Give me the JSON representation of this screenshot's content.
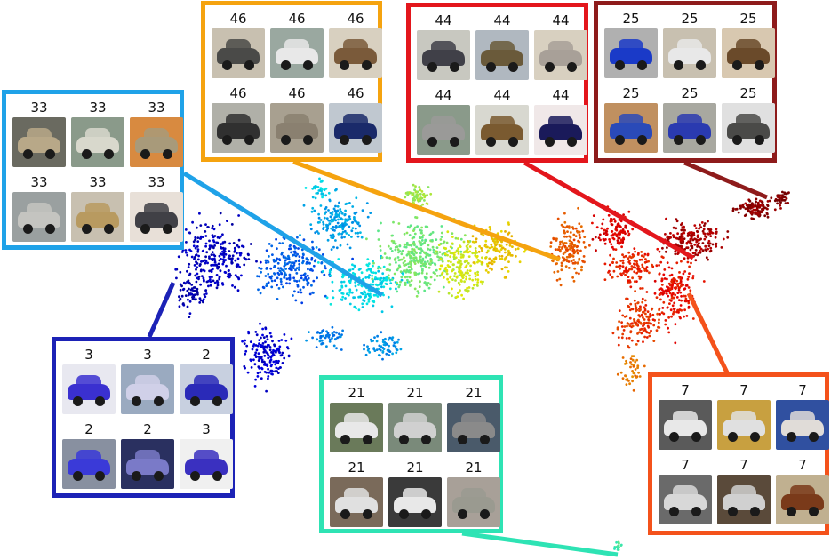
{
  "figure": {
    "clusters": [
      {
        "id": "33",
        "color": "#1fa2e8",
        "labels": [
          "33",
          "33",
          "33",
          "33",
          "33",
          "33"
        ],
        "thumb_colors": [
          "#b8a888",
          "#d8d8cc",
          "#a89a7a",
          "#c4c4c0",
          "#b89a60",
          "#404046"
        ],
        "bg_colors": [
          "#6a6a60",
          "#8a9a8a",
          "#d88a40",
          "#9aa0a0",
          "#c8c0b0",
          "#e8e0d8"
        ]
      },
      {
        "id": "46",
        "color": "#f5a30f",
        "labels": [
          "46",
          "46",
          "46",
          "46",
          "46",
          "46"
        ],
        "thumb_colors": [
          "#4a4a48",
          "#e8e8e8",
          "#7a5a3a",
          "#303030",
          "#8a8070",
          "#1a2a6a"
        ],
        "bg_colors": [
          "#c8c0b0",
          "#9aa8a0",
          "#d8d0c0",
          "#b0b0a8",
          "#a8a090",
          "#c0c8d0"
        ]
      },
      {
        "id": "44",
        "color": "#e3161c",
        "labels": [
          "44",
          "44",
          "44",
          "44",
          "44",
          "44"
        ],
        "thumb_colors": [
          "#404048",
          "#6a5a3a",
          "#a8a098",
          "#9a9a98",
          "#7a5a30",
          "#1a1a5a"
        ],
        "bg_colors": [
          "#c8c8c0",
          "#b0b8c0",
          "#d8d0c0",
          "#8a9a8a",
          "#d8d8d0",
          "#f0e8e8"
        ]
      },
      {
        "id": "25",
        "color": "#8e1b1b",
        "labels": [
          "25",
          "25",
          "25",
          "25",
          "25",
          "25"
        ],
        "thumb_colors": [
          "#1a3ac8",
          "#e8e8e8",
          "#6a4a2a",
          "#2a4ab8",
          "#2a3ab0",
          "#4a4a48"
        ],
        "bg_colors": [
          "#b0b0b0",
          "#c8c0b0",
          "#d8c8b0",
          "#c09060",
          "#a8a8a0",
          "#e0e0e0"
        ]
      },
      {
        "id": "3",
        "color": "#1c22b6",
        "labels": [
          "3",
          "3",
          "2",
          "2",
          "2",
          "3"
        ],
        "thumb_colors": [
          "#3a30d0",
          "#d0d0e8",
          "#2a2ab8",
          "#3a3ad8",
          "#7a7ac8",
          "#3a30c0"
        ],
        "bg_colors": [
          "#e8e8f0",
          "#9aaac0",
          "#c8d0e0",
          "#8890a0",
          "#2a3060",
          "#f0f0f0"
        ]
      },
      {
        "id": "21",
        "color": "#2ee3b4",
        "labels": [
          "21",
          "21",
          "21",
          "21",
          "21",
          "21"
        ],
        "thumb_colors": [
          "#e8e8e8",
          "#d0d0d0",
          "#8a8a8a",
          "#e0e0e0",
          "#e8e8e8",
          "#9a9a90"
        ],
        "bg_colors": [
          "#6a7a5a",
          "#7a8a7a",
          "#4a5a6a",
          "#7a6a5a",
          "#3a3a3a",
          "#a8a098"
        ]
      },
      {
        "id": "7",
        "color": "#f4521b",
        "labels": [
          "7",
          "7",
          "7",
          "7",
          "7",
          "7"
        ],
        "thumb_colors": [
          "#e8e8e8",
          "#e0e0e0",
          "#e0dcd8",
          "#d8d8d8",
          "#d0d0d0",
          "#7a3a1a"
        ],
        "bg_colors": [
          "#5a5a5a",
          "#c8a040",
          "#3050a0",
          "#6a6a6a",
          "#5a4a3a",
          "#c0b090"
        ]
      }
    ]
  }
}
